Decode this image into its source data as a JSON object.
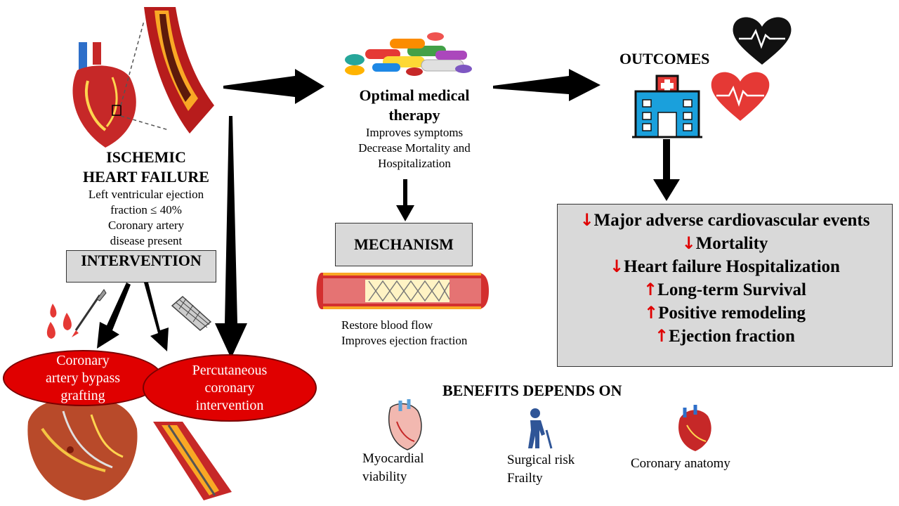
{
  "ischemic": {
    "title_line1": "ISCHEMIC",
    "title_line2": "HEART FAILURE",
    "criteria": [
      "Left ventricular ejection",
      "fraction ≤ 40%",
      "Coronary artery",
      "disease present"
    ]
  },
  "intervention": {
    "label": "INTERVENTION"
  },
  "cabg": {
    "lines": [
      "Coronary",
      "artery bypass",
      "grafting"
    ]
  },
  "pci": {
    "lines": [
      "Percutaneous",
      "coronary",
      "intervention"
    ]
  },
  "omt": {
    "title_line1": "Optimal medical",
    "title_line2": "therapy",
    "effects": [
      "Improves symptoms",
      "Decrease Mortality and",
      "Hospitalization"
    ]
  },
  "mechanism": {
    "label": "MECHANISM",
    "effects": [
      "Restore blood flow",
      "Improves ejection fraction"
    ]
  },
  "outcomes": {
    "label": "OUTCOMES",
    "items": [
      {
        "direction": "down",
        "text": "Major adverse cardiovascular events"
      },
      {
        "direction": "down",
        "text": "Mortality"
      },
      {
        "direction": "down",
        "text": "Heart failure Hospitalization"
      },
      {
        "direction": "up",
        "text": "Long-term Survival"
      },
      {
        "direction": "up",
        "text": "Positive remodeling"
      },
      {
        "direction": "up",
        "text": "Ejection fraction"
      }
    ]
  },
  "benefits": {
    "label": "BENEFITS DEPENDS ON",
    "myocardial": [
      "Myocardial",
      "viability"
    ],
    "surgical": [
      "Surgical risk",
      "Frailty"
    ],
    "anatomy": "Coronary anatomy"
  },
  "colors": {
    "red": "#e00000",
    "box_gray": "#d9d9d9",
    "hospital_blue": "#1aa0dc"
  }
}
